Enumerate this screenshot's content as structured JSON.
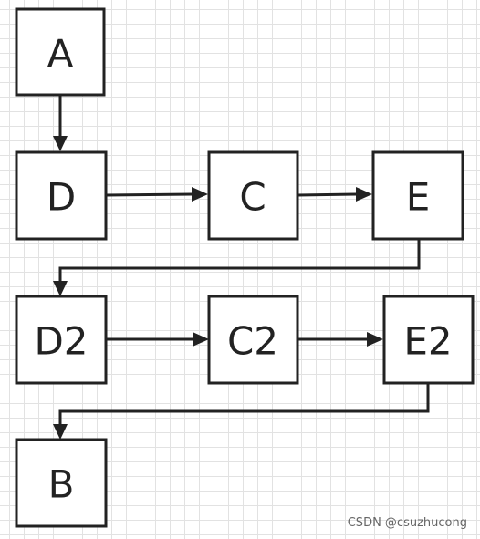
{
  "nodes": {
    "a": "A",
    "d": "D",
    "c": "C",
    "e": "E",
    "d2": "D2",
    "c2": "C2",
    "e2": "E2",
    "b": "B"
  },
  "watermark": "CSDN @csuzhucong"
}
